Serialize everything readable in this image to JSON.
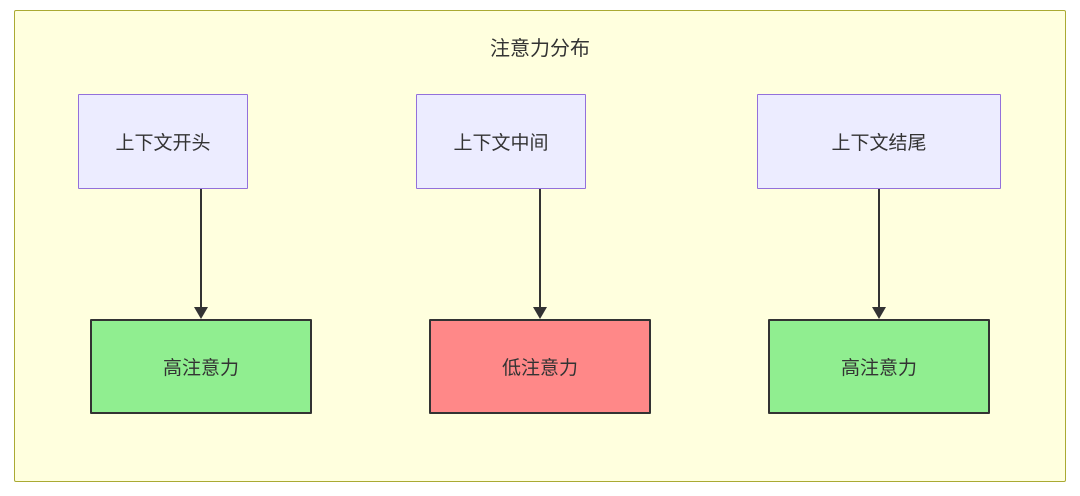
{
  "diagram": {
    "title": "注意力分布",
    "columns": [
      {
        "source": {
          "label": "上下文开头"
        },
        "target": {
          "label": "高注意力",
          "type": "high"
        }
      },
      {
        "source": {
          "label": "上下文中间"
        },
        "target": {
          "label": "低注意力",
          "type": "low"
        }
      },
      {
        "source": {
          "label": "上下文结尾"
        },
        "target": {
          "label": "高注意力",
          "type": "high"
        }
      }
    ],
    "colors": {
      "container_bg": "#ffffde",
      "container_border": "#aaaa33",
      "source_bg": "#ececff",
      "source_border": "#9370db",
      "high_attention_bg": "#90ee90",
      "low_attention_bg": "#ff8888",
      "target_border": "#333333",
      "arrow": "#333333",
      "text": "#333333"
    }
  }
}
